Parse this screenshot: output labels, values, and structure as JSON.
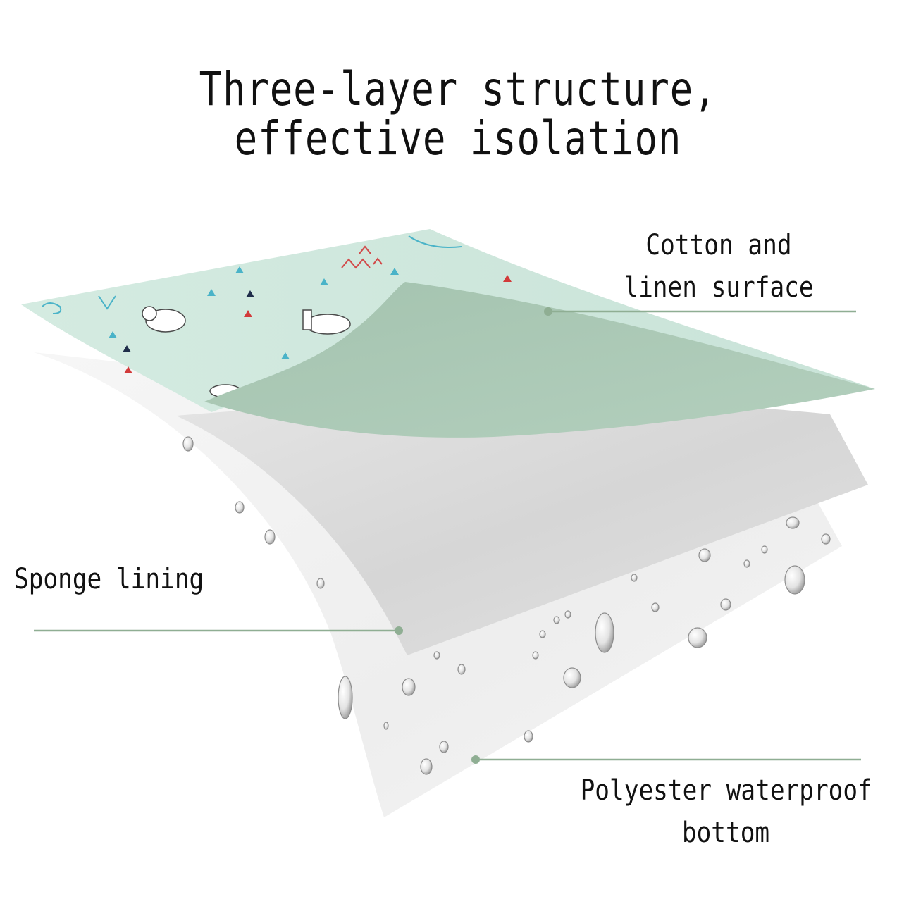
{
  "title": {
    "line1": "Three-layer structure,",
    "line2": "effective isolation"
  },
  "layers": [
    {
      "id": "cotton",
      "lines": [
        "Cotton and",
        "linen surface"
      ]
    },
    {
      "id": "sponge",
      "lines": [
        "Sponge lining"
      ]
    },
    {
      "id": "poly",
      "lines": [
        "Polyester waterproof",
        "bottom"
      ]
    }
  ],
  "colors": {
    "top_layer": "#cfe7dd",
    "top_underside": "#a8c6b3",
    "sponge": "#d9d9d9",
    "bottom_layer": "#f1f1f1",
    "leader_line": "#8fae93",
    "text": "#111111"
  }
}
